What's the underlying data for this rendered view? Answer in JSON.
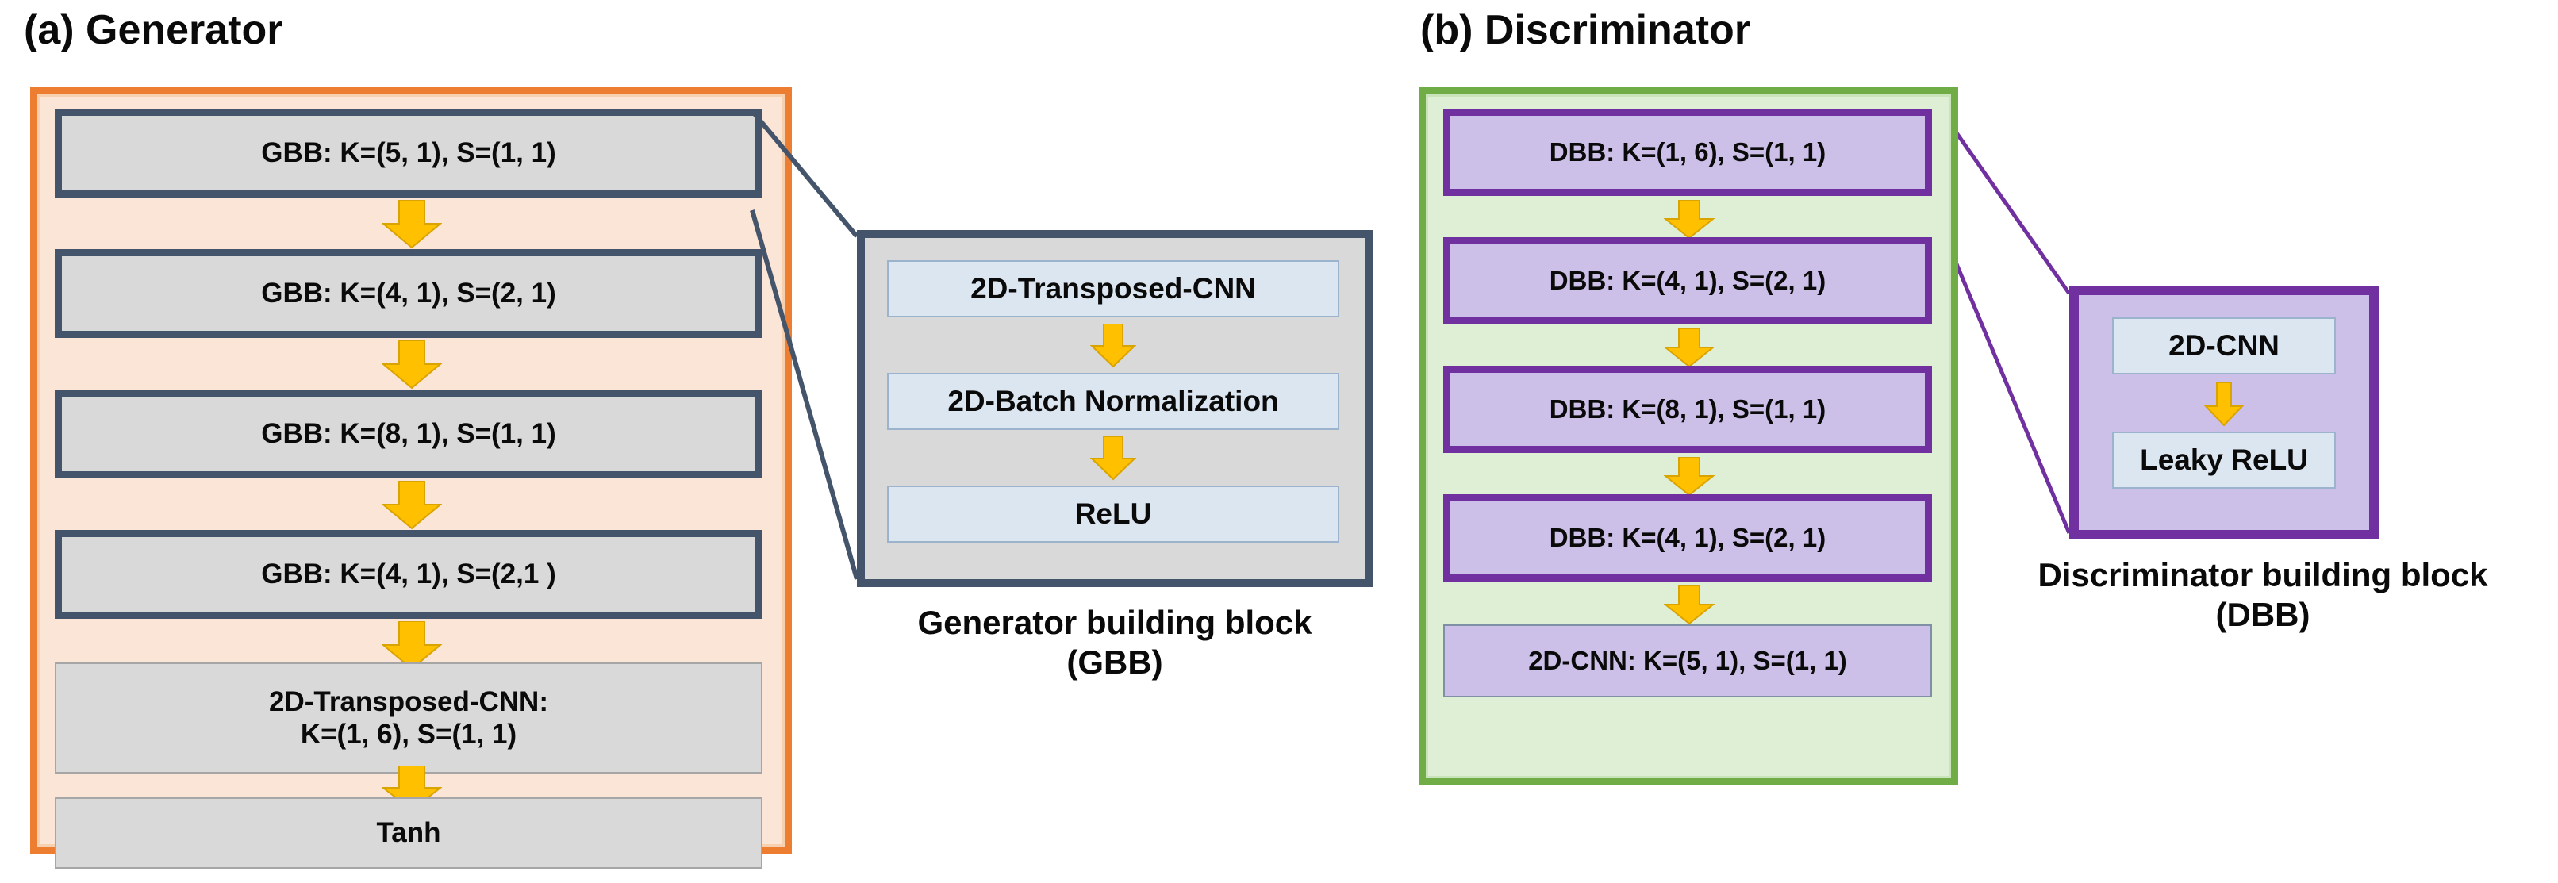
{
  "figure": {
    "generator": {
      "title": "(a) Generator",
      "accent_color": "#ED7D31",
      "fill_color": "#FBE5D6",
      "block_border_color": "#44546A",
      "block_fill_color": "#D9D9D9",
      "blocks": [
        {
          "label": "GBB: K=(5, 1), S=(1, 1)",
          "type": "gbb"
        },
        {
          "label": "GBB: K=(4, 1), S=(2, 1)",
          "type": "gbb"
        },
        {
          "label": "GBB: K=(8, 1), S=(1, 1)",
          "type": "gbb"
        },
        {
          "label": "GBB: K=(4, 1), S=(2,1 )",
          "type": "gbb"
        },
        {
          "label_line1": "2D-Transposed-CNN:",
          "label_line2": "K=(1, 6), S=(1, 1)",
          "type": "plain"
        },
        {
          "label": "Tanh",
          "type": "plain"
        }
      ]
    },
    "generator_building_block": {
      "caption_line1": "Generator building block",
      "caption_line2": "(GBB)",
      "border_color": "#44546A",
      "fill_color": "#D9D9D9",
      "steps": [
        "2D-Transposed-CNN",
        "2D-Batch Normalization",
        "ReLU"
      ]
    },
    "discriminator": {
      "title": "(b) Discriminator",
      "accent_color": "#70AD47",
      "fill_color": "#DFEFD6",
      "block_border_color": "#7030A0",
      "block_fill_color": "#CCC0E8",
      "blocks": [
        {
          "label": "DBB: K=(1, 6), S=(1, 1)",
          "type": "dbb"
        },
        {
          "label": "DBB: K=(4, 1), S=(2, 1)",
          "type": "dbb"
        },
        {
          "label": "DBB: K=(8, 1), S=(1, 1)",
          "type": "dbb"
        },
        {
          "label": "DBB: K=(4, 1), S=(2, 1)",
          "type": "dbb"
        },
        {
          "label": "2D-CNN: K=(5, 1), S=(1, 1)",
          "type": "plain"
        }
      ]
    },
    "discriminator_building_block": {
      "caption_line1": "Discriminator building block",
      "caption_line2": "(DBB)",
      "border_color": "#7030A0",
      "fill_color": "#CCC0E8",
      "steps": [
        "2D-CNN",
        "Leaky ReLU"
      ]
    },
    "arrow_color": "#FFC000",
    "arrow_icon": "down-arrow-icon"
  }
}
